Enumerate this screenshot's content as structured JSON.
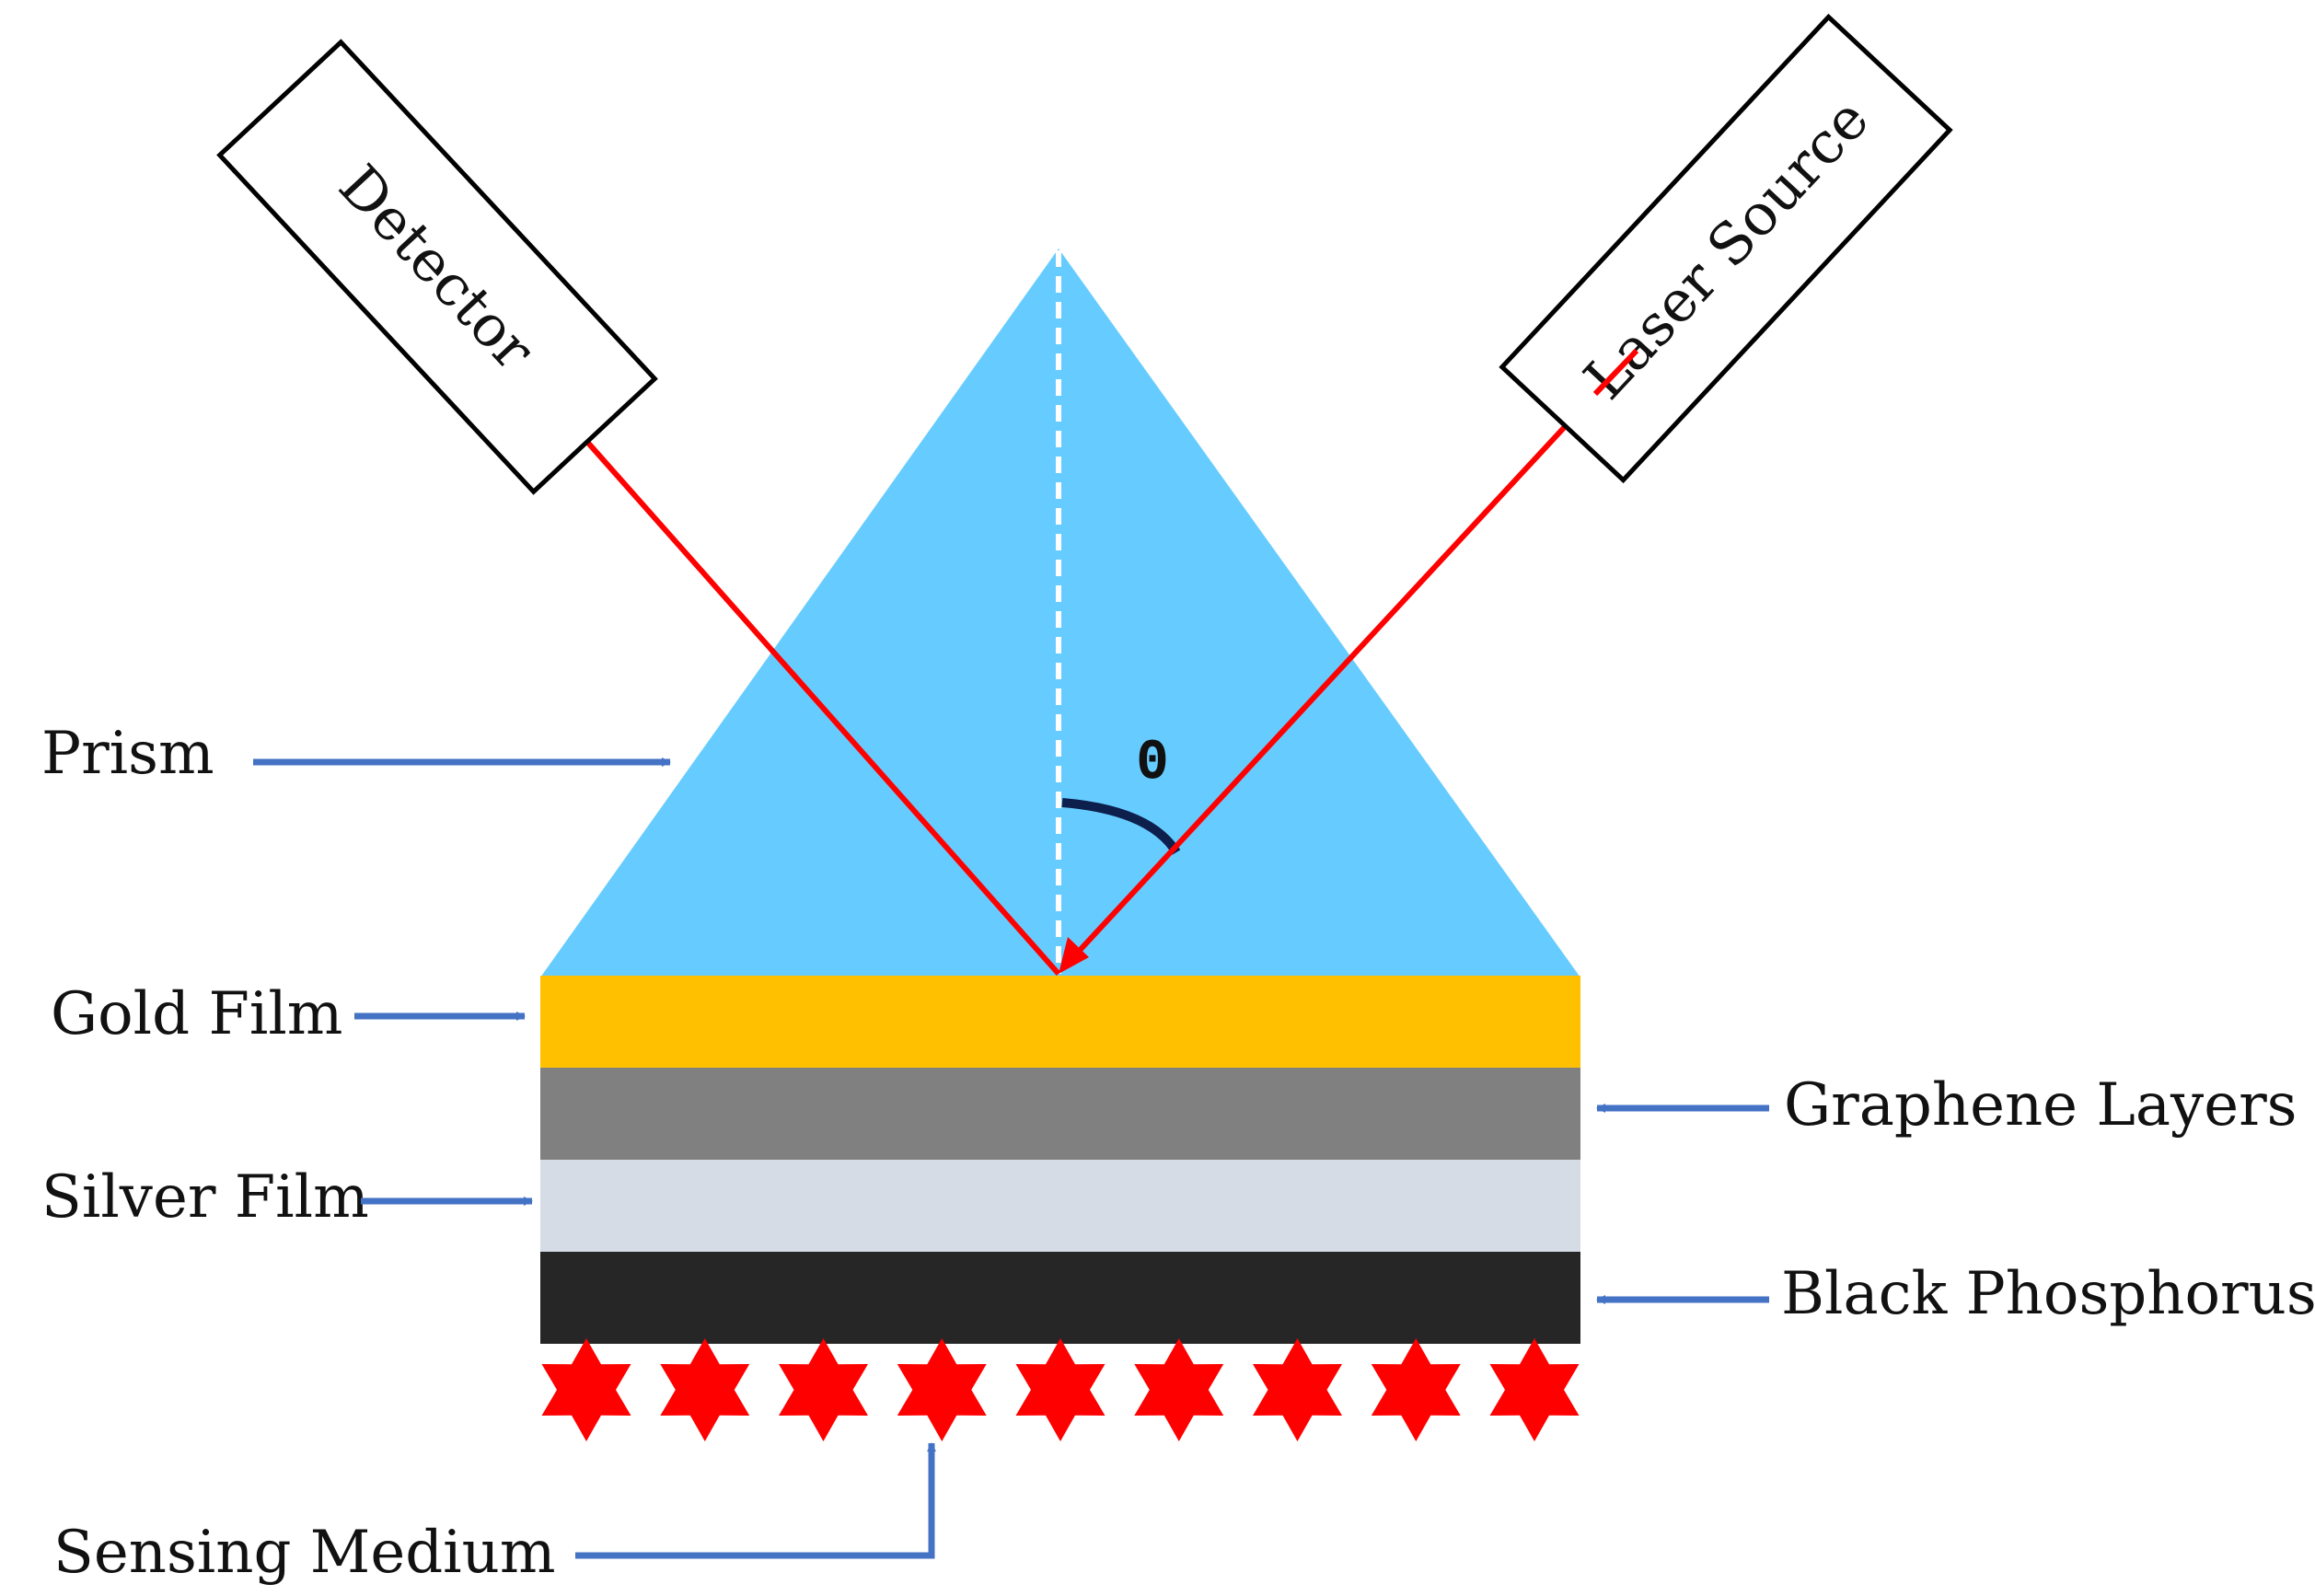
{
  "labels": {
    "prism": "Prism",
    "gold_film": "Gold Film",
    "graphene_layers": "Graphene Layers",
    "silver_film": "Silver Film",
    "black_phosphorus": "Black Phosphorus",
    "sensing_medium": "Sensing Medium",
    "detector": "Detector",
    "laser_source": "Laser Source",
    "angle_symbol": "Θ"
  },
  "colors": {
    "prism": "#66CCFF",
    "gold_film": "#FFC000",
    "graphene_layers": "#808080",
    "silver_film": "#D6DCE5",
    "black_phosphorus": "#262626",
    "sensing_medium_stars": "#FF0000",
    "laser_beam": "#FF0000",
    "pointer_arrows": "#4472C4",
    "angle_arc": "#0D1F4D",
    "normal_line": "#FFFFFF"
  },
  "icons": {
    "sensing_medium": "six-pointed-star",
    "pointer": "arrow"
  },
  "sensing_medium_star_count": 9
}
